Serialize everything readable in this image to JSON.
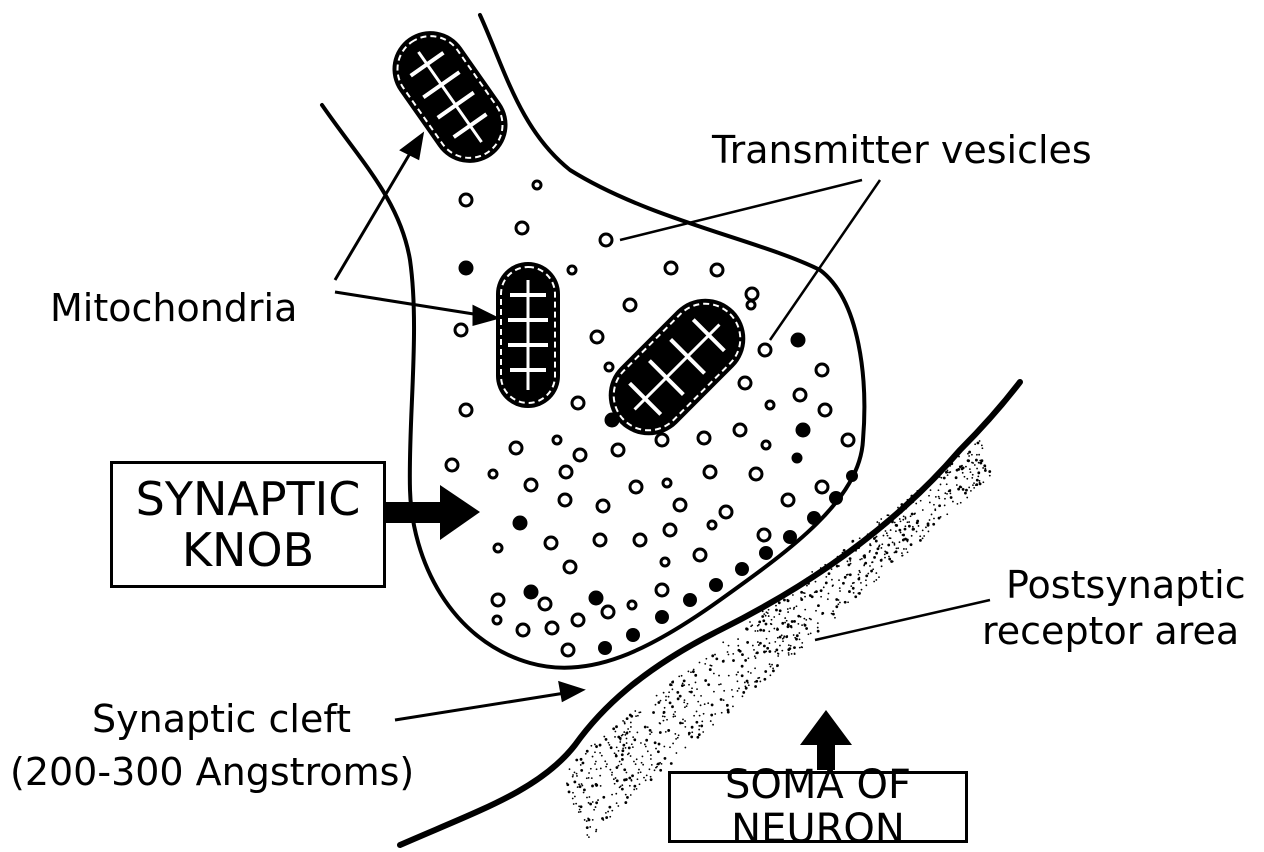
{
  "labels": {
    "transmitter_vesicles": "Transmitter vesicles",
    "mitochondria": "Mitochondria",
    "synaptic_knob_line1": "SYNAPTIC",
    "synaptic_knob_line2": "KNOB",
    "postsynaptic_line1": "Postsynaptic",
    "postsynaptic_line2": "receptor area",
    "synaptic_cleft_line1": "Synaptic cleft",
    "synaptic_cleft_line2": "(200-300 Angstroms)",
    "soma": "SOMA OF NEURON"
  },
  "colors": {
    "ink": "#000000",
    "paper": "#ffffff"
  }
}
